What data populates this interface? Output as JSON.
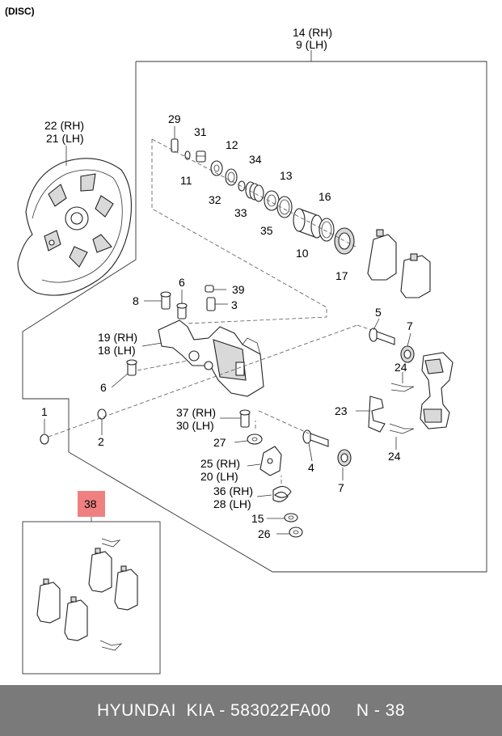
{
  "header_label": "(DISC)",
  "labels": {
    "p14": "14 (RH)",
    "p9": "9 (LH)",
    "p22": "22 (RH)",
    "p21": "21 (LH)",
    "p29": "29",
    "p31": "31",
    "p11": "11",
    "p12": "12",
    "p32": "32",
    "p34": "34",
    "p33": "33",
    "p13": "13",
    "p35": "35",
    "p16": "16",
    "p10": "10",
    "p17": "17",
    "p6a": "6",
    "p8": "8",
    "p39": "39",
    "p3": "3",
    "p19": "19 (RH)",
    "p18": "18 (LH)",
    "p5": "5",
    "p7a": "7",
    "p24a": "24",
    "p6b": "6",
    "p1": "1",
    "p2": "2",
    "p37": "37 (RH)",
    "p30": "30 (LH)",
    "p27": "27",
    "p23": "23",
    "p24b": "24",
    "p25": "25 (RH)",
    "p20": "20 (LH)",
    "p4": "4",
    "p7b": "7",
    "p36": "36 (RH)",
    "p28": "28 (LH)",
    "p15": "15",
    "p26": "26",
    "p38": "38"
  },
  "colors": {
    "highlight": "#f08080",
    "footer_bg": "#7a7a7a"
  },
  "footer": {
    "text": "HYUNDAI  KIA - 583022FA00     N - 38"
  }
}
